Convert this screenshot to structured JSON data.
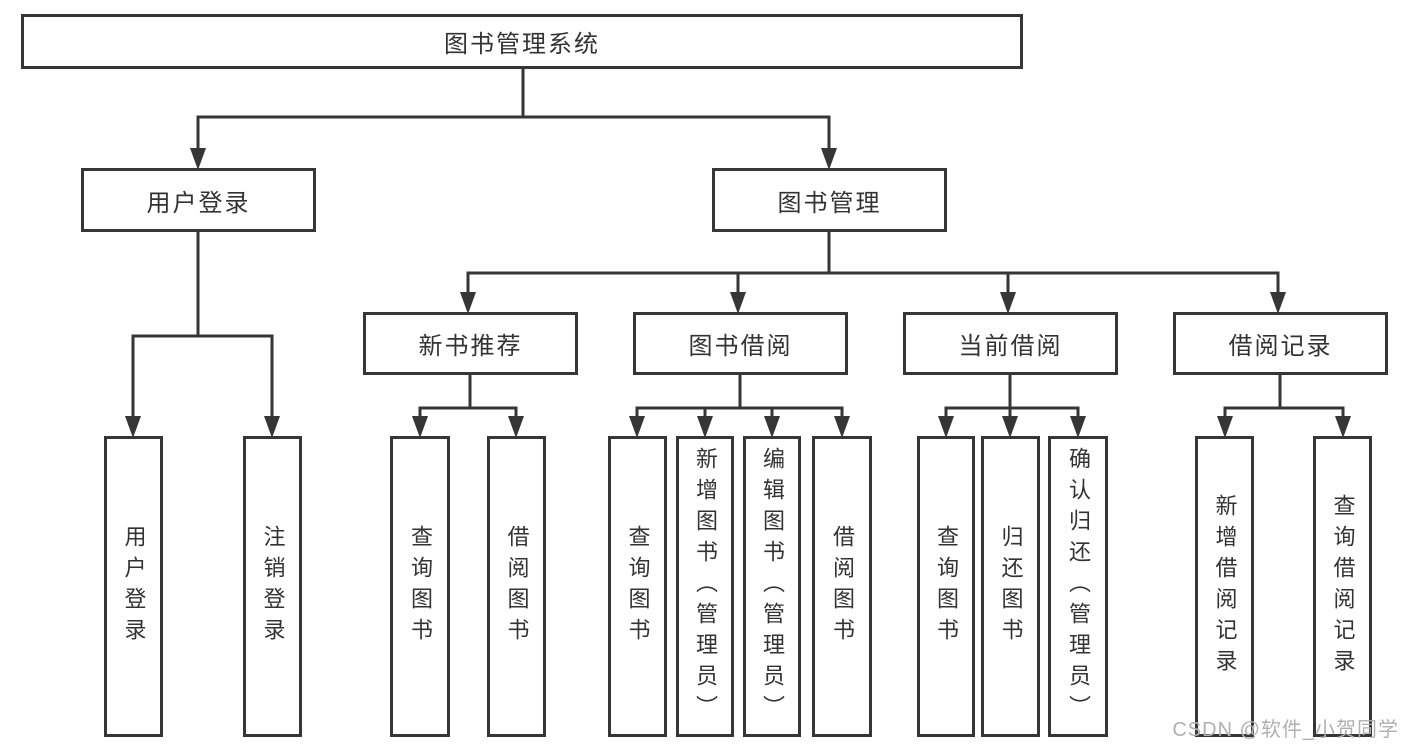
{
  "diagram": {
    "root": {
      "label": "图书管理系统"
    },
    "level2": [
      {
        "label": "用户登录"
      },
      {
        "label": "图书管理"
      }
    ],
    "level3": [
      {
        "label": "新书推荐"
      },
      {
        "label": "图书借阅"
      },
      {
        "label": "当前借阅"
      },
      {
        "label": "借阅记录"
      }
    ],
    "leaves": [
      {
        "label": "用户登录"
      },
      {
        "label": "注销登录"
      },
      {
        "label": "查询图书"
      },
      {
        "label": "借阅图书"
      },
      {
        "label": "查询图书"
      },
      {
        "label": "新增图书（管理员）"
      },
      {
        "label": "编辑图书（管理员）"
      },
      {
        "label": "借阅图书"
      },
      {
        "label": "查询图书"
      },
      {
        "label": "归还图书"
      },
      {
        "label": "确认归还（管理员）"
      },
      {
        "label": "新增借阅记录"
      },
      {
        "label": "查询借阅记录"
      }
    ],
    "watermark": "CSDN @软件_小贺同学",
    "colors": {
      "line": "#363636",
      "text": "#333333",
      "background": "#ffffff",
      "watermark": "#b0b0b0"
    }
  }
}
